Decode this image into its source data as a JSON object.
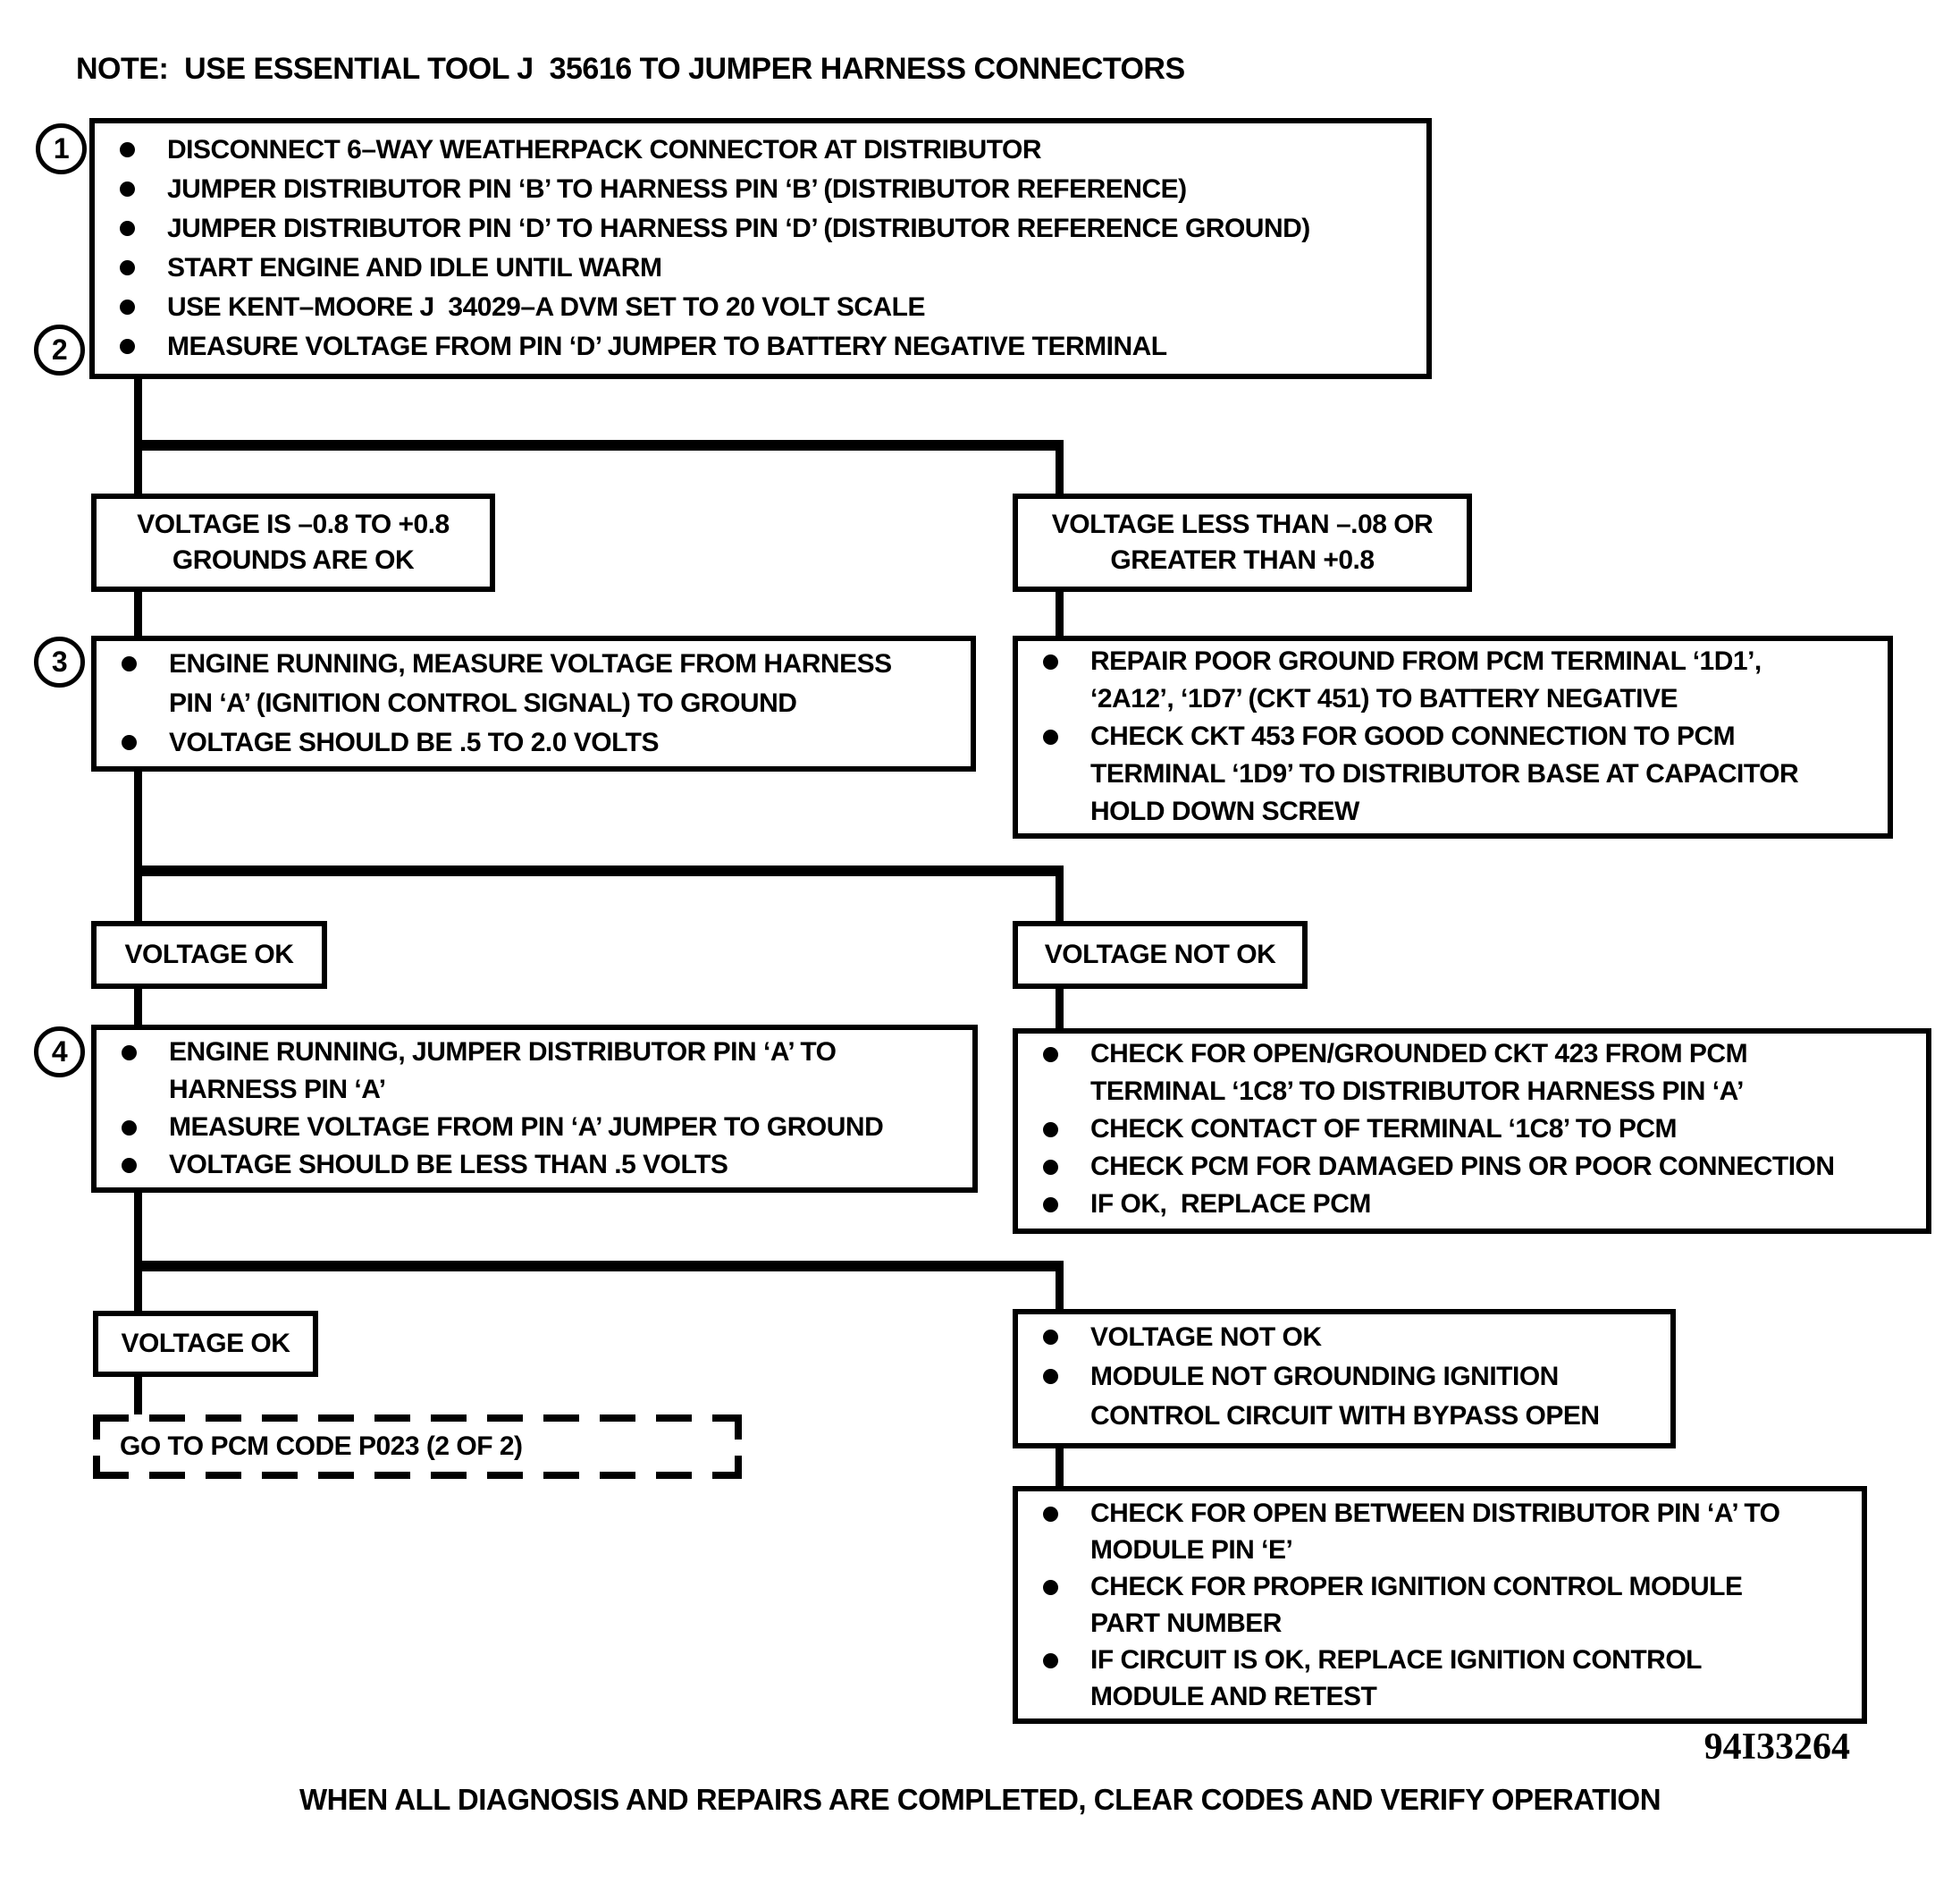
{
  "title_note": "NOTE:  USE ESSENTIAL TOOL J  35616 TO JUMPER HARNESS CONNECTORS",
  "footer": "WHEN ALL DIAGNOSIS AND REPAIRS ARE COMPLETED, CLEAR CODES AND VERIFY OPERATION",
  "figure_id": "94I33264",
  "colors": {
    "ink": "#000000",
    "paper": "#ffffff"
  },
  "steps": {
    "n1": "1",
    "n2": "2",
    "n3": "3",
    "n4": "4"
  },
  "boxes": {
    "step12": {
      "bullets": [
        [
          "DISCONNECT 6–WAY WEATHERPACK CONNECTOR AT DISTRIBUTOR"
        ],
        [
          "JUMPER DISTRIBUTOR PIN ‘B’ TO HARNESS PIN ‘B’ (DISTRIBUTOR REFERENCE)"
        ],
        [
          "JUMPER DISTRIBUTOR PIN ‘D’ TO HARNESS PIN ‘D’ (DISTRIBUTOR REFERENCE GROUND)"
        ],
        [
          "START ENGINE AND IDLE UNTIL WARM"
        ],
        [
          "USE KENT–MOORE J  34029–A DVM SET TO 20 VOLT SCALE"
        ],
        [
          "MEASURE VOLTAGE FROM PIN ‘D’ JUMPER TO BATTERY NEGATIVE TERMINAL"
        ]
      ]
    },
    "branch_ok": {
      "lines": [
        "VOLTAGE IS –0.8 TO +0.8",
        "GROUNDS ARE OK"
      ]
    },
    "branch_bad": {
      "lines": [
        "VOLTAGE LESS THAN –.08 OR",
        "GREATER THAN +0.8"
      ]
    },
    "step3": {
      "bullets": [
        [
          "ENGINE RUNNING, MEASURE VOLTAGE FROM HARNESS",
          "PIN ‘A’ (IGNITION CONTROL SIGNAL) TO GROUND"
        ],
        [
          "VOLTAGE SHOULD BE .5 TO 2.0 VOLTS"
        ]
      ]
    },
    "repair_ground": {
      "bullets": [
        [
          "REPAIR POOR GROUND FROM PCM TERMINAL ‘1D1’,",
          "‘2A12’, ‘1D7’ (CKT 451) TO BATTERY NEGATIVE"
        ],
        [
          "CHECK CKT 453 FOR GOOD CONNECTION TO PCM",
          "TERMINAL ‘1D9’ TO DISTRIBUTOR BASE AT CAPACITOR",
          "HOLD DOWN SCREW"
        ]
      ]
    },
    "voltage_ok_1": {
      "label": "VOLTAGE OK"
    },
    "voltage_not_ok_1": {
      "label": "VOLTAGE NOT OK"
    },
    "step4": {
      "bullets": [
        [
          "ENGINE RUNNING, JUMPER DISTRIBUTOR PIN ‘A’ TO",
          "HARNESS PIN ‘A’"
        ],
        [
          "MEASURE VOLTAGE FROM PIN ‘A’ JUMPER TO GROUND"
        ],
        [
          "VOLTAGE SHOULD BE LESS THAN .5 VOLTS"
        ]
      ]
    },
    "check_ckt": {
      "bullets": [
        [
          "CHECK FOR OPEN/GROUNDED CKT 423 FROM PCM",
          "TERMINAL ‘1C8’ TO DISTRIBUTOR HARNESS PIN ‘A’"
        ],
        [
          "CHECK CONTACT OF TERMINAL ‘1C8’ TO PCM"
        ],
        [
          "CHECK PCM FOR DAMAGED PINS OR POOR CONNECTION"
        ],
        [
          "IF OK,  REPLACE PCM"
        ]
      ]
    },
    "voltage_ok_2": {
      "label": "VOLTAGE OK"
    },
    "voltage_not_ok_2": {
      "bullets": [
        [
          "VOLTAGE NOT OK"
        ],
        [
          "MODULE NOT GROUNDING IGNITION",
          "CONTROL CIRCUIT WITH BYPASS OPEN"
        ]
      ]
    },
    "goto_code": {
      "label": "GO TO PCM CODE P023 (2 OF 2)"
    },
    "final_check": {
      "bullets": [
        [
          "CHECK FOR OPEN BETWEEN DISTRIBUTOR PIN ‘A’ TO",
          "MODULE PIN ‘E’"
        ],
        [
          "CHECK FOR PROPER IGNITION CONTROL MODULE",
          "PART NUMBER"
        ],
        [
          "IF CIRCUIT IS OK, REPLACE IGNITION CONTROL",
          "MODULE AND RETEST"
        ]
      ]
    }
  }
}
